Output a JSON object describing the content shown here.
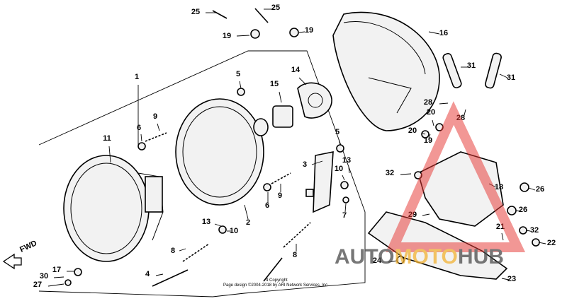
{
  "labels": [
    "1",
    "2",
    "3",
    "4",
    "5",
    "5",
    "6",
    "6",
    "7",
    "8",
    "8",
    "9",
    "9",
    "10",
    "10",
    "11",
    "13",
    "13",
    "14",
    "15",
    "16",
    "17",
    "18",
    "19",
    "19",
    "19",
    "20",
    "20",
    "21",
    "22",
    "23",
    "24",
    "25",
    "25",
    "26",
    "26",
    "27",
    "28",
    "28",
    "29",
    "30",
    "31",
    "31",
    "32",
    "32"
  ],
  "fwd_label": "FWD",
  "copyright_line1": "4 Copyright",
  "copyright_line2": "Page design ©2004-2018 by ARI Network Services, Inc.",
  "watermark": {
    "part1": "AUTO",
    "part2": "MOTO",
    "part3": "HUB",
    "color_dark": "#4a4a4a",
    "color_gold": "#f2b233",
    "color_red": "#e53935"
  }
}
